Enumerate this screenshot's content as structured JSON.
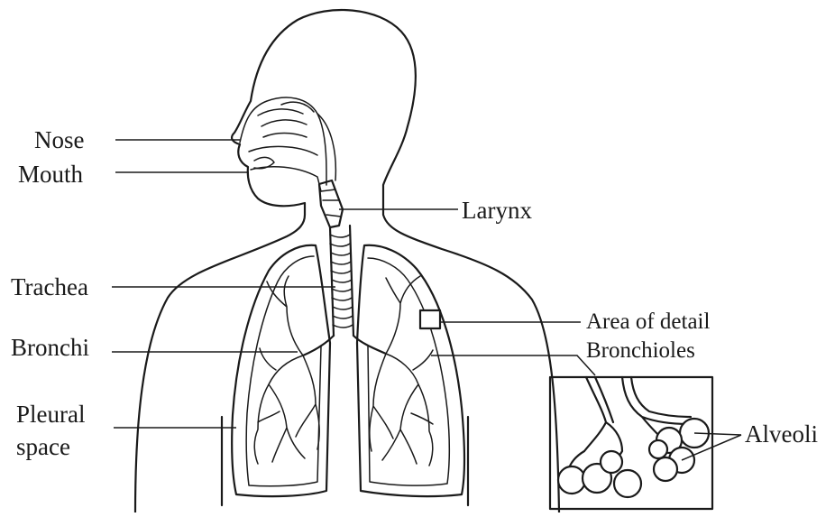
{
  "labels": {
    "nose": "Nose",
    "mouth": "Mouth",
    "larynx": "Larynx",
    "trachea": "Trachea",
    "bronchi": "Bronchi",
    "pleural_space_line1": "Pleural",
    "pleural_space_line2": "space",
    "area_of_detail": "Area of detail",
    "bronchioles": "Bronchioles",
    "alveoli": "Alveoli"
  },
  "colors": {
    "line": "#1a1a1a",
    "background": "#ffffff"
  }
}
